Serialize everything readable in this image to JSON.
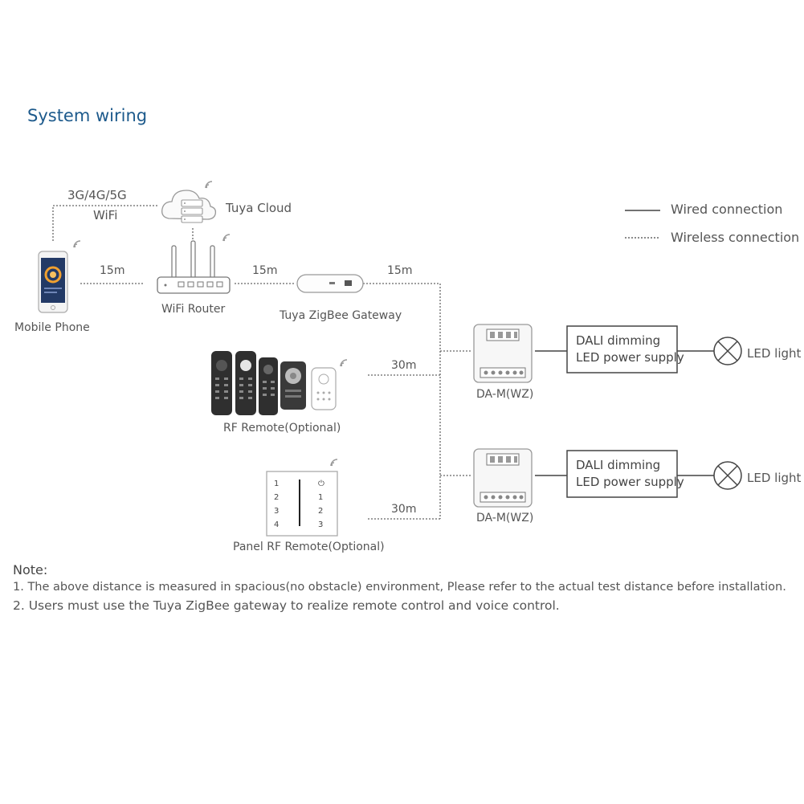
{
  "title": "System wiring",
  "legend": {
    "wired": "Wired connection",
    "wireless": "Wireless connection"
  },
  "labels": {
    "cellular": "3G/4G/5G",
    "wifi": "WiFi",
    "tuya_cloud": "Tuya Cloud",
    "mobile_phone": "Mobile Phone",
    "wifi_router": "WiFi Router",
    "zigbee_gateway": "Tuya ZigBee Gateway",
    "rf_remote": "RF Remote(Optional)",
    "panel_rf_remote": "Panel RF Remote(Optional)",
    "dam_1": "DA-M(WZ)",
    "dam_2": "DA-M(WZ)",
    "led_light_1": "LED light",
    "led_light_2": "LED light"
  },
  "distances": {
    "phone_router": "15m",
    "router_gateway": "15m",
    "gateway_dam": "15m",
    "rf_remote_dam": "30m",
    "panel_dam": "30m"
  },
  "psu_1": {
    "line1": "DALI dimming",
    "line2": "LED power supply"
  },
  "psu_2": {
    "line1": "DALI dimming",
    "line2": "LED power supply"
  },
  "panel_keys": {
    "left": [
      "1",
      "2",
      "3",
      "4"
    ],
    "right": [
      "⏻",
      "1",
      "2",
      "3"
    ]
  },
  "note": {
    "title": "Note:",
    "line1": "1. The above distance is measured in spacious(no obstacle) environment, Please refer to the actual test distance before installation.",
    "line2": "2. Users must use the Tuya ZigBee gateway to realize remote control and voice control."
  },
  "colors": {
    "title": "#1d5a8c",
    "line": "#555555",
    "device_dark": "#2f2f2f"
  }
}
